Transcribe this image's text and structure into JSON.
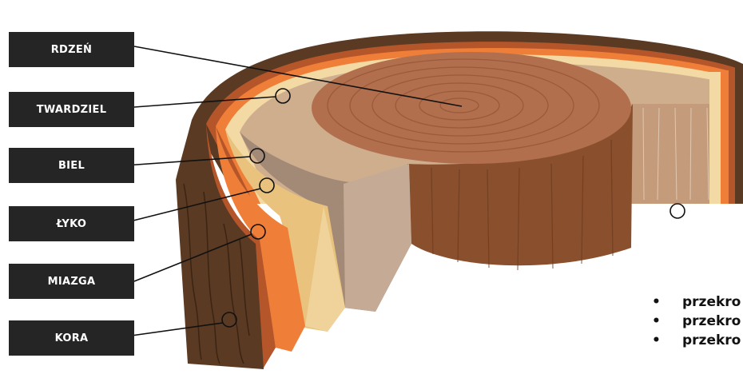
{
  "labels": {
    "rdzen": "RDZEŃ",
    "twardziel": "TWARDZIEL",
    "biel": "BIEL",
    "lyko": "ŁYKO",
    "miazga": "MIAZGA",
    "kora": "KORA"
  },
  "bullets": [
    "przekro",
    "przekro",
    "przekro"
  ],
  "colors": {
    "label_bg": "#252525",
    "label_text": "#ffffff",
    "bark": "#5a3a22",
    "bark_dark": "#3b2413",
    "cambium": "#b5552a",
    "phloem": "#ef7f38",
    "sapwood": "#f3d9a4",
    "heartwood": "#cfae8e",
    "pith_core": "#b26f4e"
  }
}
